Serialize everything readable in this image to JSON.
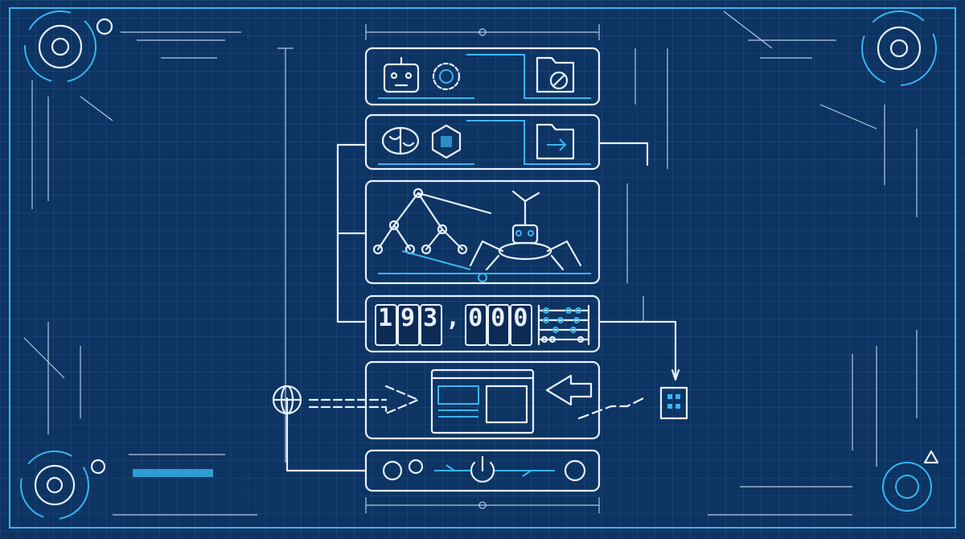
{
  "counter": {
    "value": "193,000",
    "digits": [
      "1",
      "9",
      "3",
      ",",
      "0",
      "0",
      "0"
    ]
  },
  "colors": {
    "background": "#0d3463",
    "line": "#e8f1ff",
    "accent": "#38b6f0",
    "grid": "#3f6fa3"
  },
  "modules": [
    {
      "icons": [
        "robot-icon",
        "gear-wrench-icon",
        "folder-blocked-icon"
      ]
    },
    {
      "icons": [
        "brain-icon",
        "network-hexagon-icon",
        "folder-export-icon"
      ]
    },
    {
      "icons": [
        "tree-graph-icon",
        "spider-robot-icon"
      ]
    },
    {
      "icons": [
        "counter-display",
        "abacus-icon"
      ]
    },
    {
      "icons": [
        "globe-icon",
        "browser-window-icon",
        "broken-arrows-icon",
        "building-icon"
      ]
    },
    {
      "icons": [
        "gears-icon",
        "power-icon",
        "circuit-icon"
      ]
    }
  ]
}
